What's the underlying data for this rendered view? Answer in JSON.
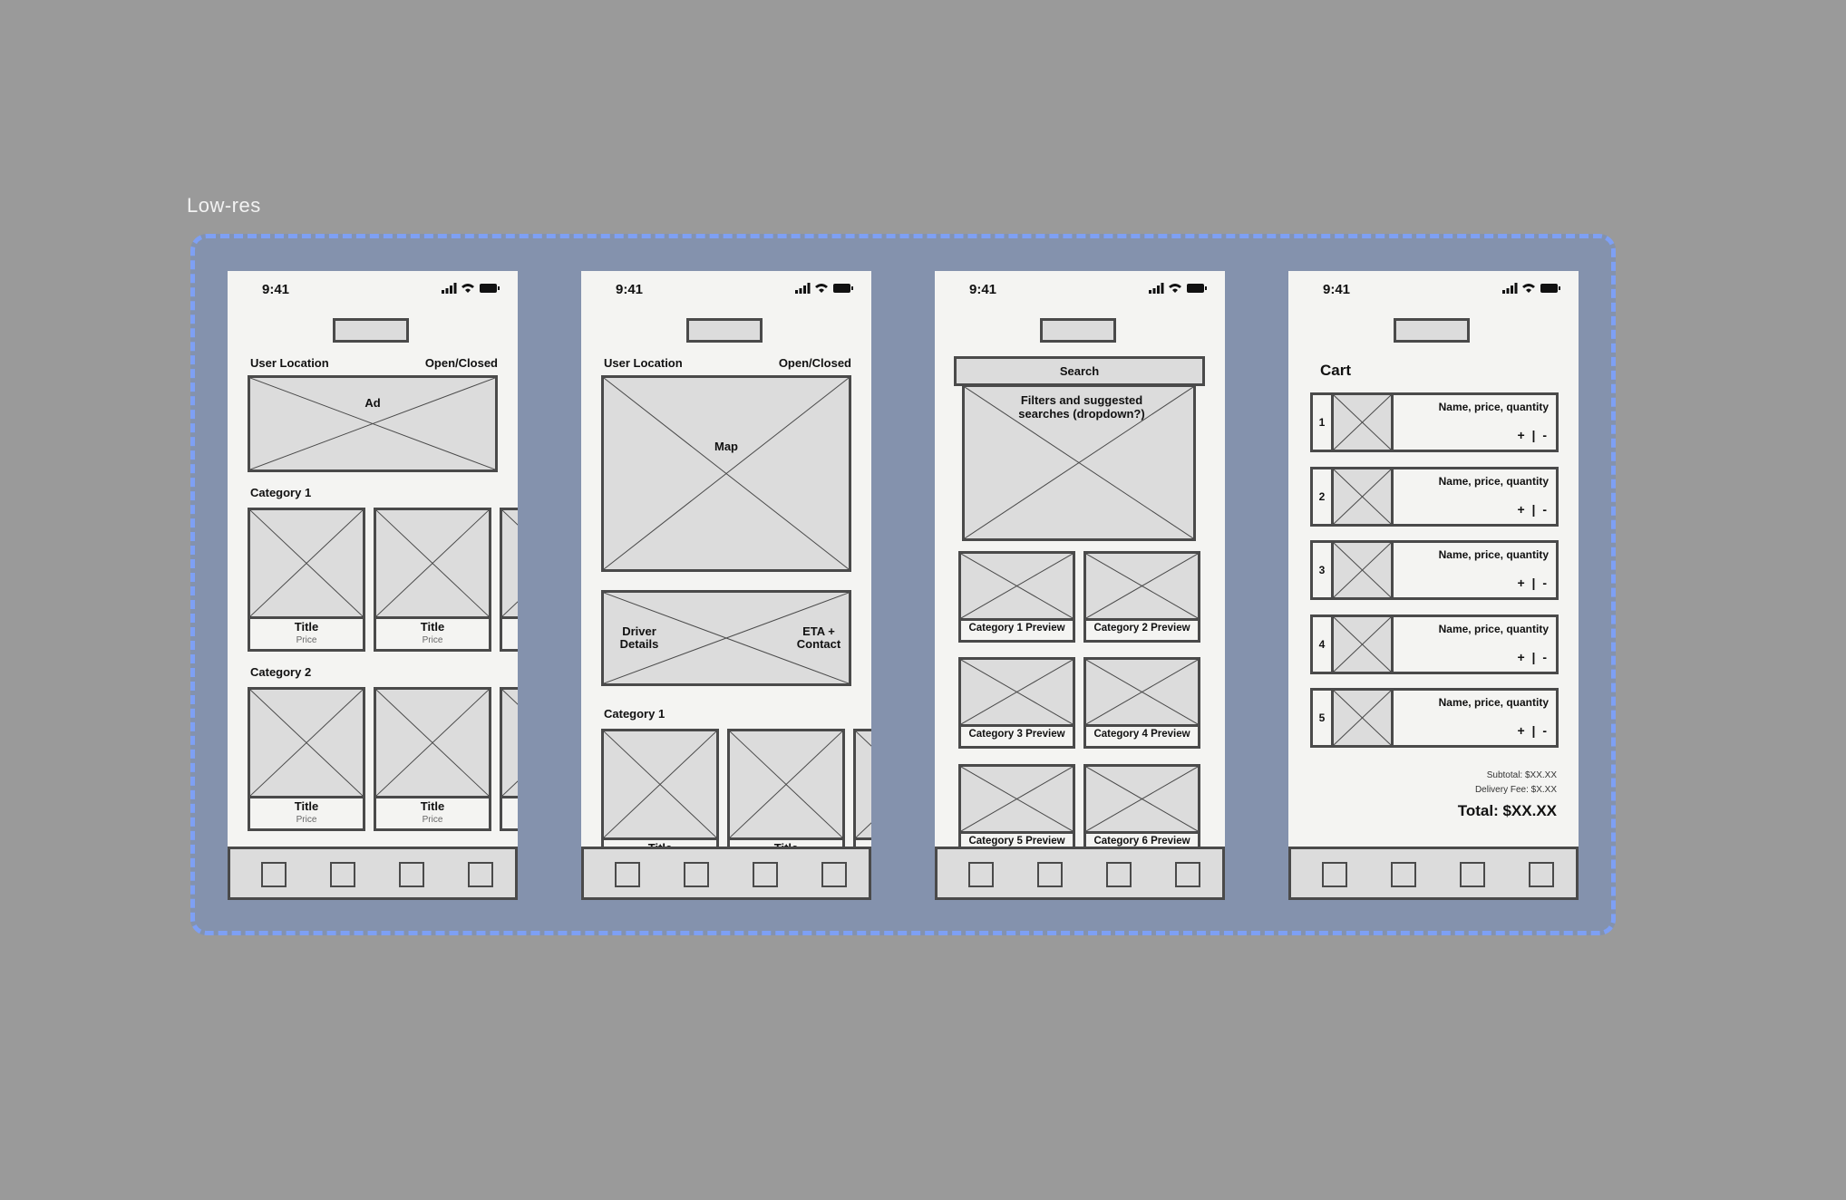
{
  "frame_label": "Low-res",
  "status_time": "9:41",
  "home": {
    "user_location": "User Location",
    "open_closed": "Open/Closed",
    "ad": "Ad",
    "category1": "Category 1",
    "category2": "Category 2",
    "card_title": "Title",
    "card_price": "Price"
  },
  "tracking": {
    "user_location": "User Location",
    "open_closed": "Open/Closed",
    "map": "Map",
    "driver_details": "Driver Details",
    "eta_contact": "ETA + Contact",
    "category1": "Category 1",
    "card_title": "Title"
  },
  "search": {
    "search_label": "Search",
    "filters": "Filters and suggested searches (dropdown?)",
    "previews": [
      "Category 1 Preview",
      "Category 2 Preview",
      "Category 3 Preview",
      "Category 4 Preview",
      "Category 5 Preview",
      "Category 6 Preview"
    ]
  },
  "cart": {
    "title": "Cart",
    "items": [
      {
        "num": "1",
        "info": "Name, price, quantity",
        "qty": "+ | -"
      },
      {
        "num": "2",
        "info": "Name, price, quantity",
        "qty": "+ | -"
      },
      {
        "num": "3",
        "info": "Name, price, quantity",
        "qty": "+ | -"
      },
      {
        "num": "4",
        "info": "Name, price, quantity",
        "qty": "+ | -"
      },
      {
        "num": "5",
        "info": "Name, price, quantity",
        "qty": "+ | -"
      }
    ],
    "subtotal": "Subtotal: $XX.XX",
    "delivery_fee": "Delivery Fee: $X.XX",
    "total": "Total: $XX.XX"
  }
}
